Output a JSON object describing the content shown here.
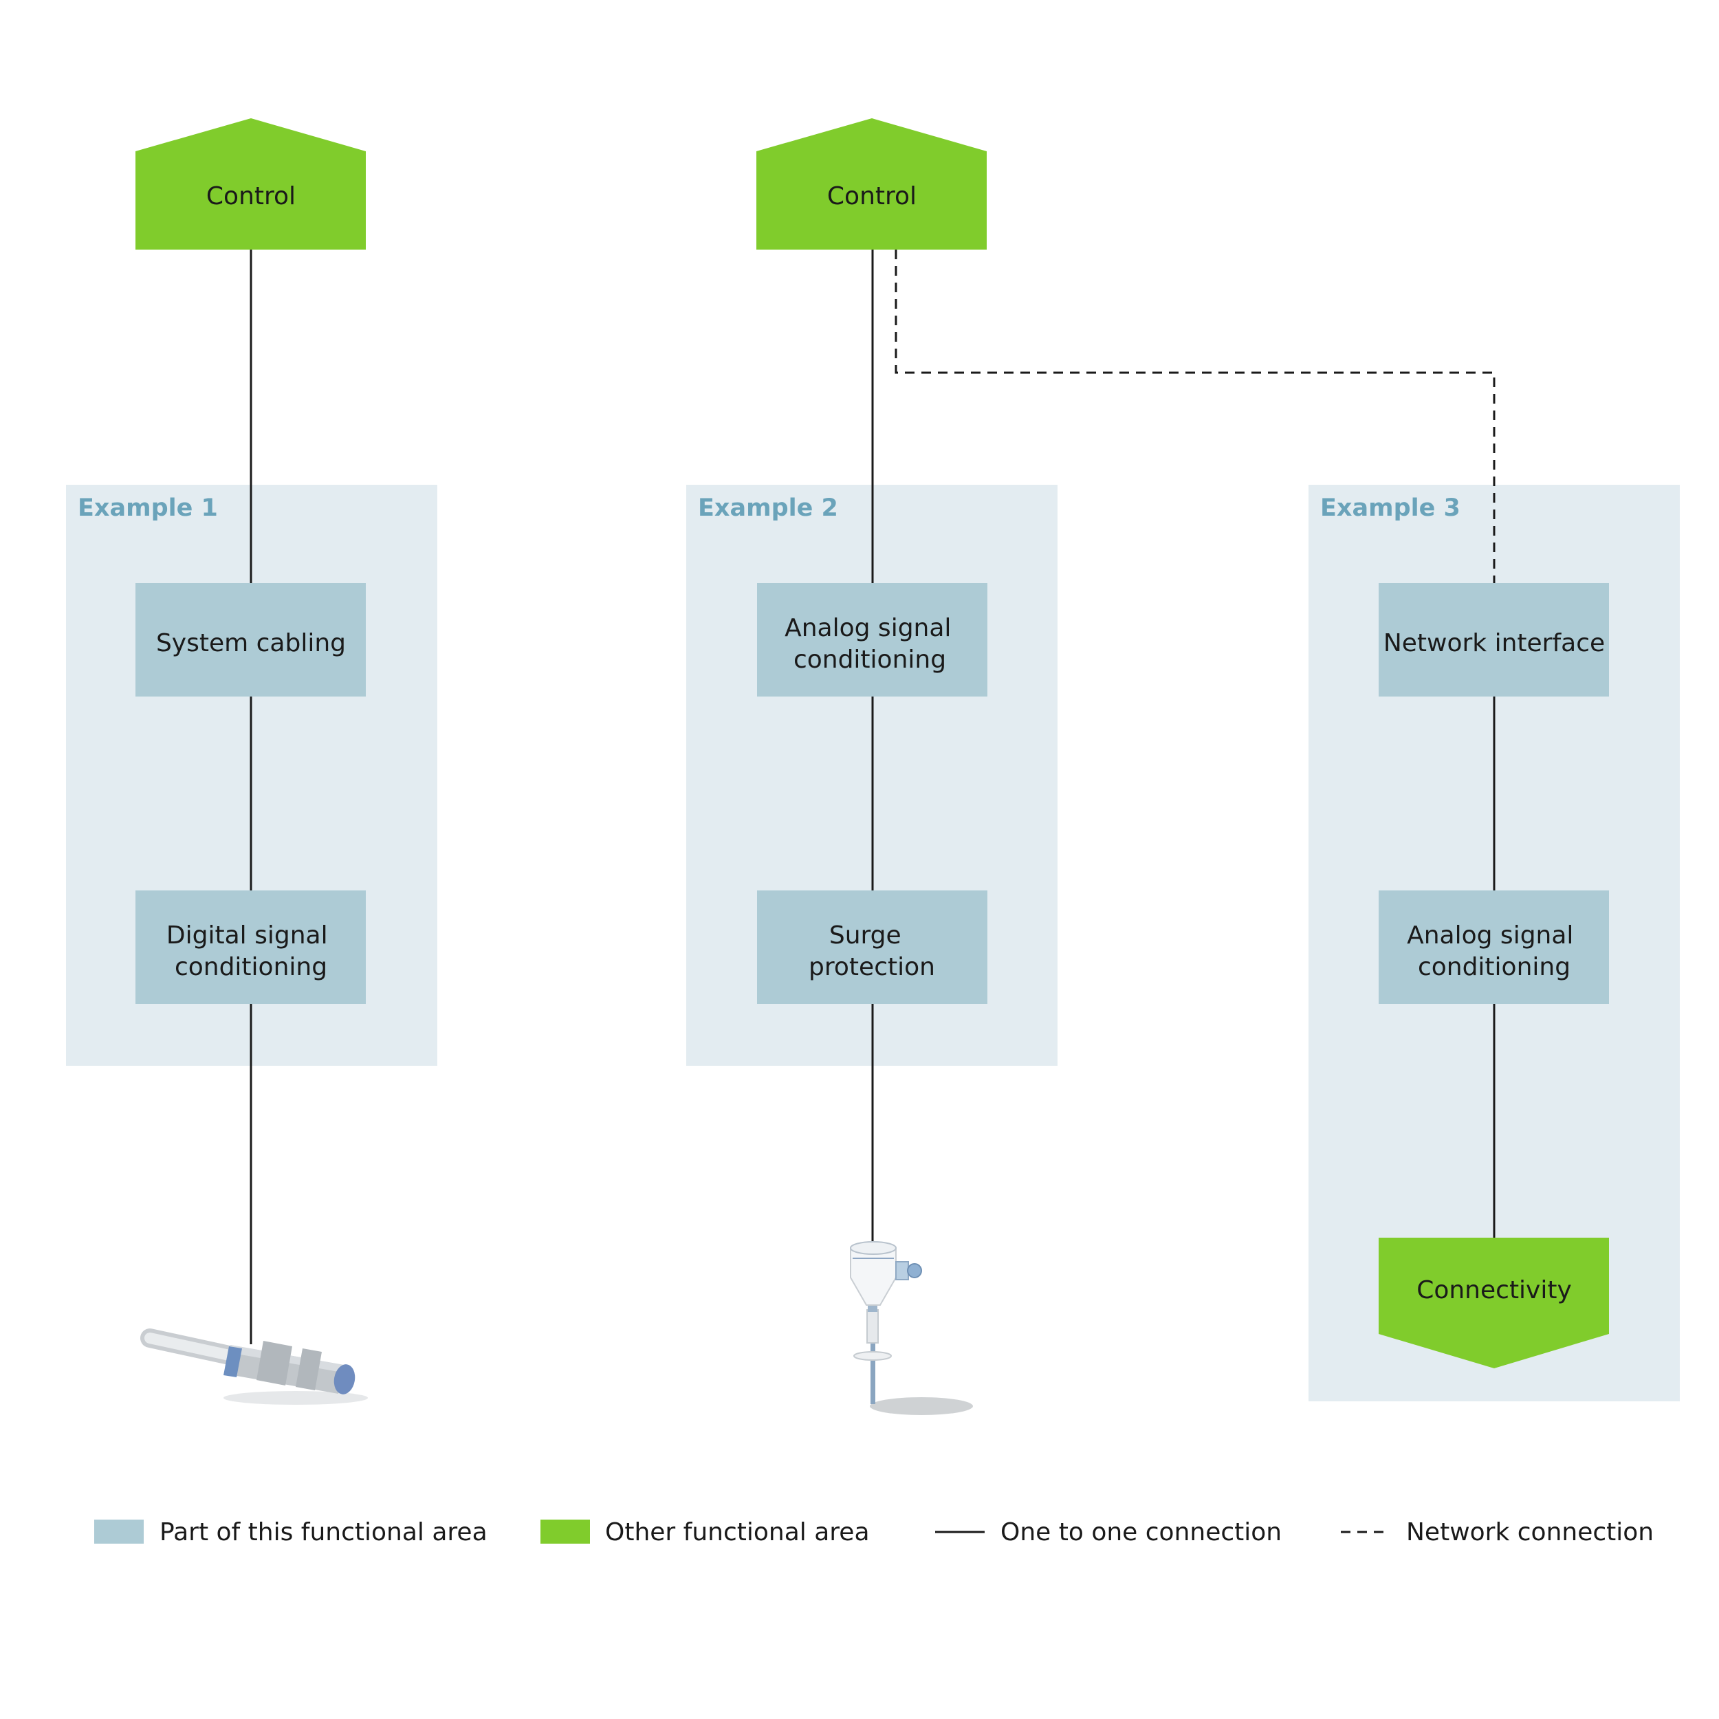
{
  "colors": {
    "functional_area": "#adcbd5",
    "other_area": "#80cc2c",
    "panel": "#e3ecf1",
    "example_title": "#6aa3ba",
    "line": "#1a1a1a"
  },
  "top": {
    "control_1": "Control",
    "control_2": "Control"
  },
  "examples": [
    {
      "title": "Example 1",
      "box_top": "System cabling",
      "box_bottom": [
        "Digital signal",
        "conditioning"
      ],
      "device_icon": "inductive-proximity-sensor-icon"
    },
    {
      "title": "Example 2",
      "box_top": [
        "Analog signal",
        "conditioning"
      ],
      "box_bottom": [
        "Surge",
        "protection"
      ],
      "device_icon": "level-transmitter-icon"
    },
    {
      "title": "Example 3",
      "box_top": "Network interface",
      "box_bottom": [
        "Analog signal",
        "conditioning"
      ],
      "end_node": "Connectivity"
    }
  ],
  "legend": {
    "functional_area": "Part of this functional area",
    "other_area": "Other functional area",
    "one_to_one": "One to one connection",
    "network": "Network connection"
  }
}
